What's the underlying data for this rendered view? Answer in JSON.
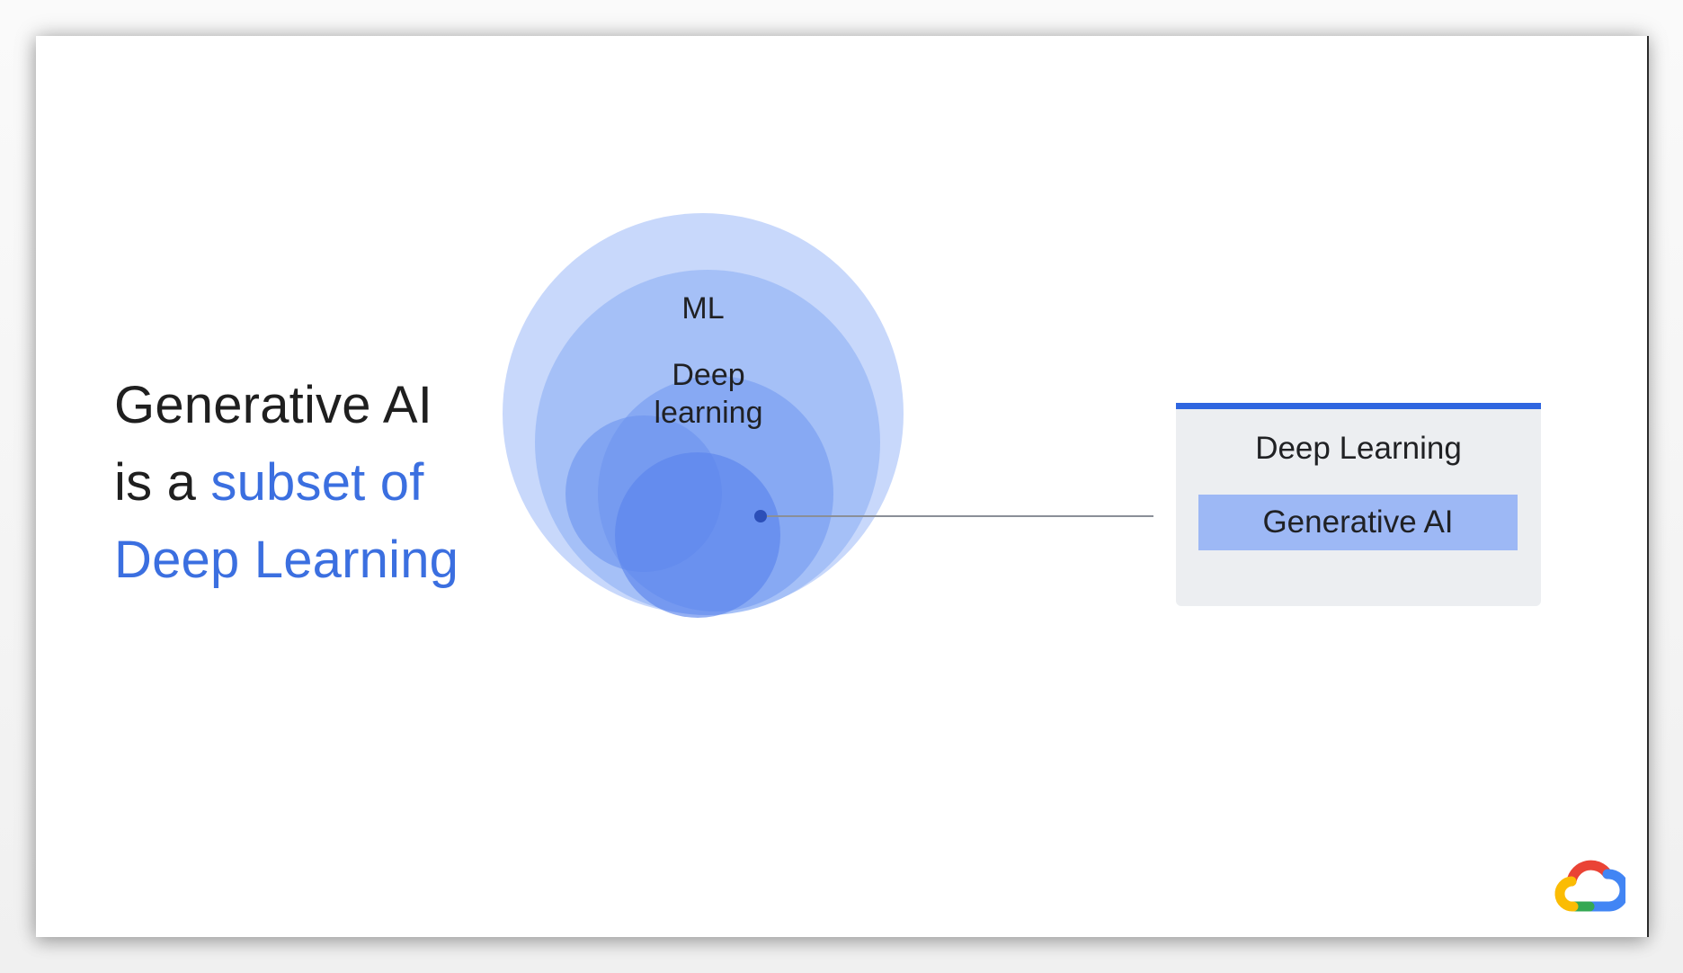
{
  "headline": {
    "line1": "Generative AI",
    "line2_prefix": "is a ",
    "line2_accent": "subset of",
    "line3_accent": "Deep Learning"
  },
  "diagram": {
    "ml_label": "ML",
    "deep_learning_label_line1": "Deep",
    "deep_learning_label_line2": "learning"
  },
  "legend": {
    "title": "Deep Learning",
    "item": "Generative AI"
  },
  "colors": {
    "accent": "#3b6fe0",
    "ml_circle": "#c8d8fb",
    "deep_learning_circle": "#a3bff7",
    "generative_ai_circle": "#7ea2f1",
    "legend_rule": "#2f66e0",
    "legend_chip": "#9db8f5"
  },
  "logo": {
    "icon": "google-cloud-logo-icon"
  }
}
